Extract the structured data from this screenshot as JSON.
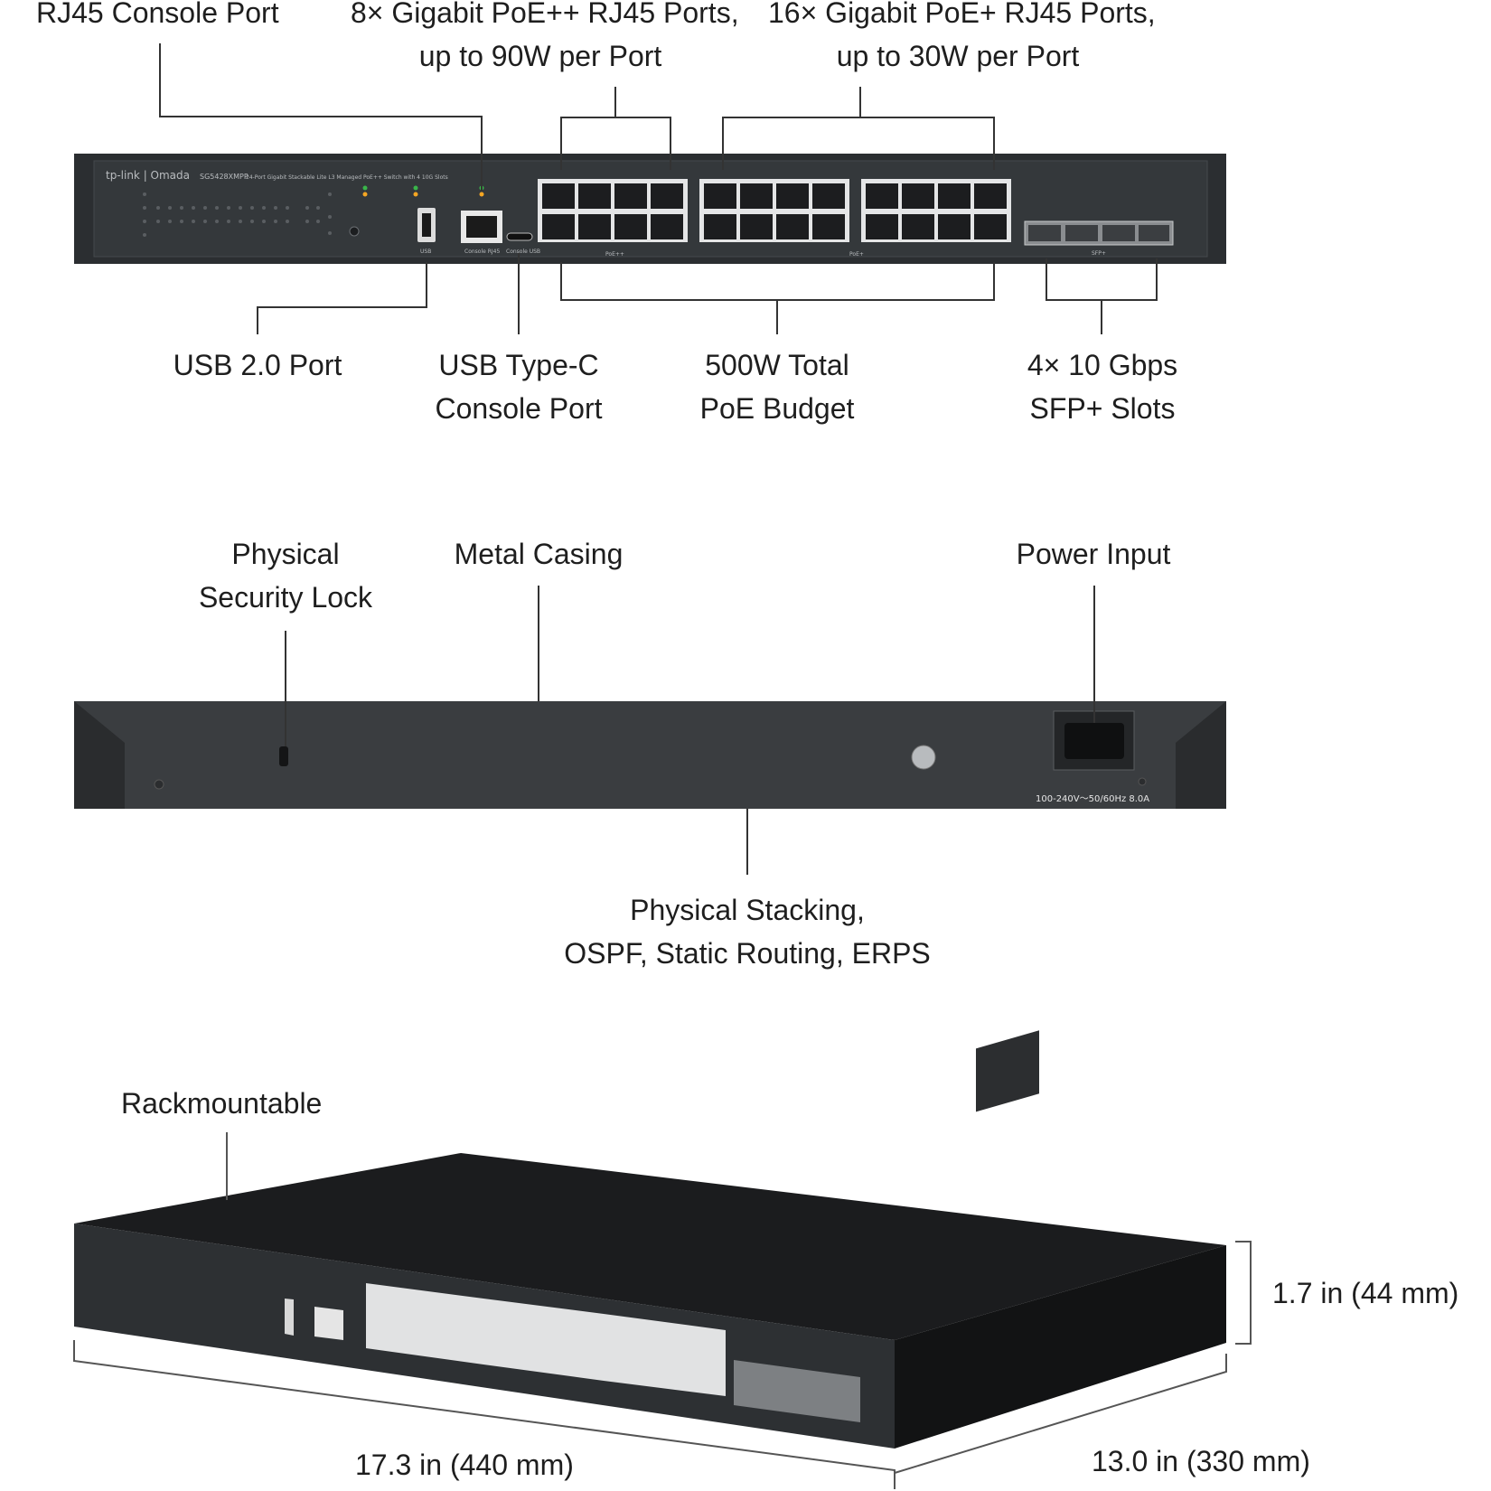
{
  "front_panel": {
    "brand": "tp-link | Omada",
    "model": "SG5428XMPP",
    "description": "24-Port Gigabit Stackable Lite L3 Managed PoE++ Switch with 4 10G Slots",
    "port_labels": {
      "usb": "USB",
      "console_rj45": "Console RJ45",
      "console_usb": "Console USB",
      "poe_pp": "PoE++",
      "poe_p": "PoE+",
      "sfp": "SFP+"
    }
  },
  "callouts": {
    "rj45_console": "RJ45 Console Port",
    "poe_pp_ports": {
      "line1": "8× Gigabit PoE++ RJ45 Ports,",
      "line2": "up to 90W per Port"
    },
    "poe_p_ports": {
      "line1": "16× Gigabit PoE+ RJ45 Ports,",
      "line2": "up to 30W per Port"
    },
    "usb2": "USB 2.0 Port",
    "usb_c": {
      "line1": "USB Type-C",
      "line2": "Console Port"
    },
    "poe_budget": {
      "line1": "500W Total",
      "line2": "PoE Budget"
    },
    "sfp": {
      "line1": "4× 10 Gbps",
      "line2": "SFP+ Slots"
    },
    "security_lock": {
      "line1": "Physical",
      "line2": "Security Lock"
    },
    "metal_casing": "Metal Casing",
    "power_input": "Power Input",
    "stacking": {
      "line1": "Physical Stacking,",
      "line2": "OSPF, Static Routing, ERPS"
    },
    "rackmountable": "Rackmountable",
    "height": "1.7 in (44 mm)",
    "width": "17.3 in (440 mm)",
    "depth": "13.0  in (330 mm)"
  },
  "rear_panel": {
    "power_rating": "100-240V～50/60Hz 8.0A"
  },
  "colors": {
    "chassis": "#2f3336",
    "chassis_dark": "#1f2225",
    "rear": "#3a3d40",
    "port_frame": "#e6e7e8",
    "callout_line": "#333333"
  }
}
